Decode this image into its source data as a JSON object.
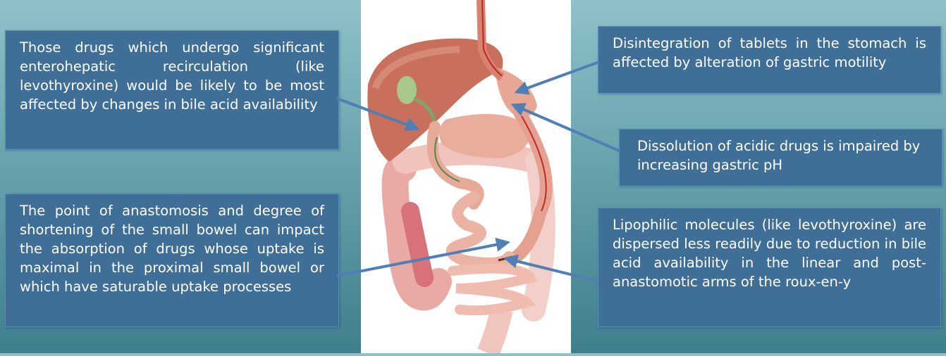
{
  "callouts": {
    "enterohepatic": "Those drugs which undergo significant enterohepatic recirculation (like levothyroxine) would be likely to be most affected by changes in bile acid availability",
    "anastomosis": "The point of anastomosis and degree of shortening of the small bowel can impact the absorption of drugs whose uptake is maximal in the proximal small bowel or which have saturable uptake processes",
    "disintegration": "Disintegration of tablets in the stomach is affected by alteration of gastric motility",
    "dissolution": "Dissolution of acidic drugs is impaired by increasing gastric pH",
    "lipophilic": "Lipophilic molecules (like levothyroxine) are dispersed less readily due to reduction in bile acid availability in the linear and post-anastomotic arms of the roux-en-y"
  },
  "colors": {
    "panel": "#3f6e97",
    "arrow": "#4f7fb5",
    "background": "#6aa3ad"
  }
}
